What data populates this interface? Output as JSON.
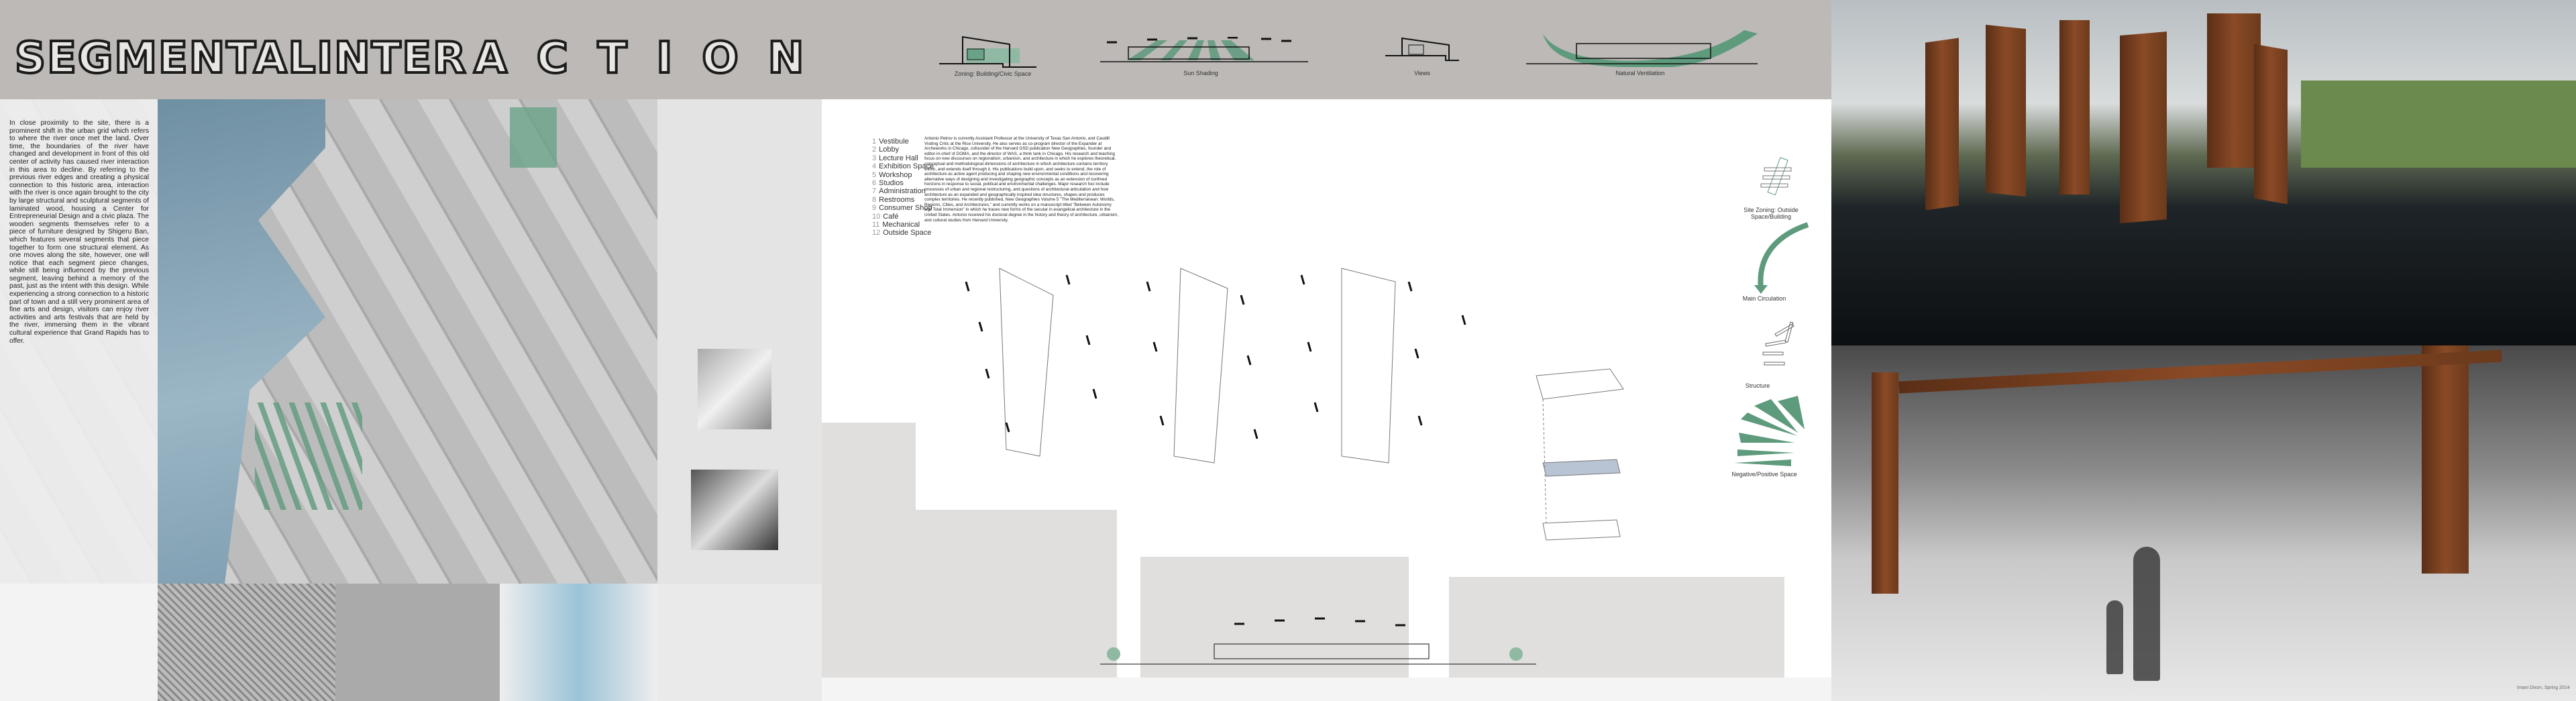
{
  "title": {
    "part1": "SEGMENTALINTER",
    "part2": "ACTION"
  },
  "top_diagrams": [
    {
      "caption": "Zoning: Building/Civic Space"
    },
    {
      "caption": "Sun Shading"
    },
    {
      "caption": "Views"
    },
    {
      "caption": "Natural Ventilation"
    }
  ],
  "narrative": "In close proximity to the site, there is a prominent shift in the urban grid which refers to where the river once met the land. Over time, the boundaries of the river have changed and development in front of this old center of activity has caused river interaction in this area to decline.  By referring to the previous river edges and creating a physical connection to this historic area, interaction with the river is once again brought to the city by large structural and sculptural segments of laminated wood, housing a Center for Entrepreneurial Design and a civic plaza. The wooden segments themselves refer to a piece of furniture designed by Shigeru Ban, which features several segments that piece together to form one structural element. As one moves along the site, however, one will notice that each segment piece changes, while still being influenced by the previous segment, leaving behind a memory of the past, just as the intent with this design. While experiencing a strong connection to a historic part of town and a still very prominent area of fine arts and design, visitors can enjoy river activities and arts festivals that are held by the river, immersing them in the vibrant cultural experience that Grand Rapids has to offer.",
  "program": [
    {
      "n": "1",
      "label": "Vestibule"
    },
    {
      "n": "2",
      "label": "Lobby"
    },
    {
      "n": "3",
      "label": "Lecture Hall"
    },
    {
      "n": "4",
      "label": "Exhibition Space"
    },
    {
      "n": "5",
      "label": "Workshop"
    },
    {
      "n": "6",
      "label": "Studios"
    },
    {
      "n": "7",
      "label": "Administration"
    },
    {
      "n": "8",
      "label": "Restrooms"
    },
    {
      "n": "9",
      "label": "Consumer Shop"
    },
    {
      "n": "10",
      "label": "Café"
    },
    {
      "n": "11",
      "label": "Mechanical"
    },
    {
      "n": "12",
      "label": "Outside Space"
    }
  ],
  "bio": "Antonio Petrov is currently Assistant Professor at the University of Texas San Antonio, and Caudill Visiting Critic at the Rice University. He also serves as co-program director of the Expander at Archeworks in Chicago, cofounder of the Harvard GSD publication New Geographies, founder and editor-in-chief of DOMA, and the director of WAS, a think tank in Chicago. His research and teaching focus on new discourses on regionalism, urbanism, and architecture in which he explores theoretical, conceptual and methodological dimensions of architecture in which architecture contains territory within, and extends itself through it. His publications build upon, and seeks to extend, the role of architecture as active agent producing and shaping new environmental conditions and recovering alternative ways of designing and investigating geographic concepts as an extension of confined horizons in response to social, political and environmental challenges. Major research foci include processes of urban and regional restructuring, and questions of architectural articulation and how architecture as an expanded and geographically inspired idea structures, shapes and produces complex territories. He recently published, New Geographies Volume 5 \"The Mediterranean: Worlds, Regions, Cities, and Architectures,\" and currently works on a manuscript titled \"Between Autonomy and Total Immersion\" in which he traces new forms of the secular in evangelical architecture in the United States. Antonio received his doctoral degree in the history and theory of architecture, urbanism, and cultural studies from Harvard University.",
  "analysis": [
    {
      "caption": "Site Zoning: Outside Space/Building"
    },
    {
      "caption": "Main Circulation"
    },
    {
      "caption": "Structure"
    },
    {
      "caption": "Negative/Positive Space"
    }
  ],
  "credit": "Imani Dixon, Spring 2014",
  "colors": {
    "accent_green": "#5e9a7c",
    "band_gray": "#bcb9b6",
    "wood": "#7a4322"
  }
}
